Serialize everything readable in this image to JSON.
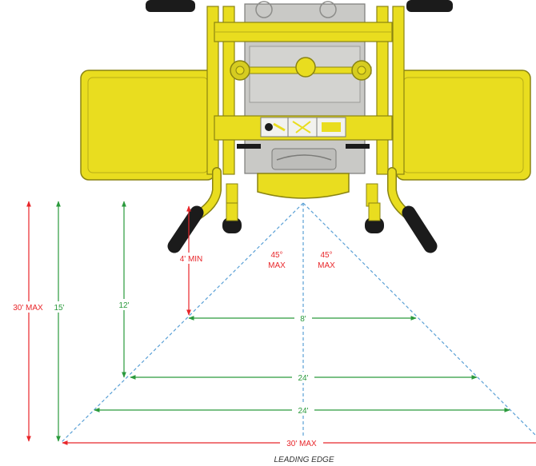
{
  "colors": {
    "machine_yellow": "#e9dd1f",
    "machine_outline": "#8a8412",
    "deck_gray": "#c9c9c6",
    "dim_red": "#e8262a",
    "dim_green": "#2a9a3c",
    "guide_blue": "#5aa0d6",
    "tire_black": "#1b1b1b",
    "background": "#ffffff"
  },
  "labels": {
    "min_distance": "4' MIN",
    "left_angle_deg": "45°",
    "left_angle_max": "MAX",
    "right_angle_deg": "45°",
    "right_angle_max": "MAX",
    "width_top": "8'",
    "width_mid": "24'",
    "width_lower": "24'",
    "width_bottom": "30' MAX",
    "depth_12": "12'",
    "depth_15": "15'",
    "depth_30": "30' MAX",
    "leading_edge": "LEADING EDGE"
  }
}
